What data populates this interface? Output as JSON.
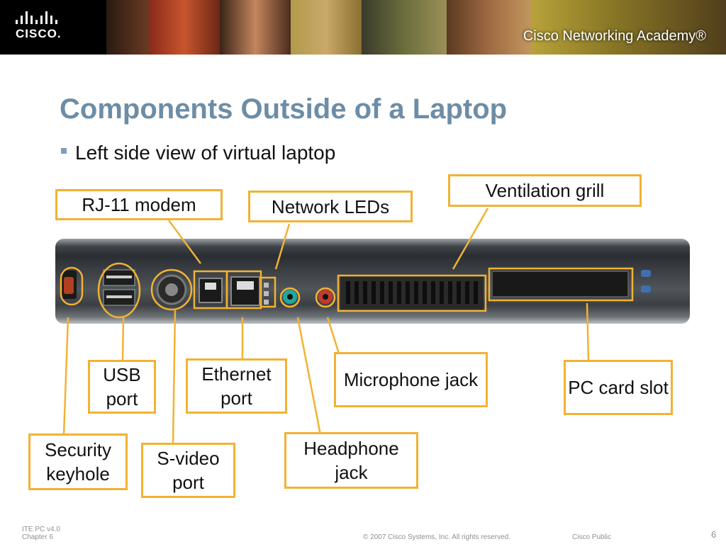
{
  "banner": {
    "logo_text": "CISCO.",
    "academy": "Cisco Networking Academy®"
  },
  "slide": {
    "title": "Components Outside of a Laptop",
    "bullet": "Left side view of virtual laptop"
  },
  "callouts": {
    "rj11": "RJ-11 modem",
    "network_leds": "Network LEDs",
    "ventilation": "Ventilation grill",
    "usb": "USB port",
    "ethernet": "Ethernet port",
    "microphone": "Microphone jack",
    "pc_card": "PC card slot",
    "security": "Security keyhole",
    "svideo": "S-video port",
    "headphone": "Headphone jack"
  },
  "footer": {
    "course": "ITE PC v4.0",
    "chapter": "Chapter 6",
    "copyright": "© 2007 Cisco Systems, Inc. All rights reserved.",
    "classification": "Cisco Public",
    "page": "6"
  },
  "colors": {
    "callout_border": "#f2b233",
    "title": "#6d8da6"
  }
}
